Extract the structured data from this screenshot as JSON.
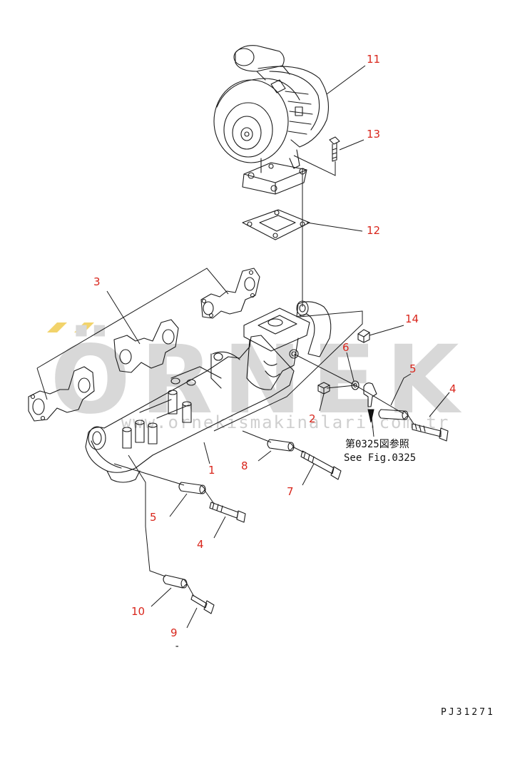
{
  "watermark": {
    "brand": "ÖRNEK",
    "url": "www.ornekismakinalari.com.tr",
    "accent_color": "#f2d36b",
    "text_color": "#d4d4d4"
  },
  "callouts": {
    "p1": "1",
    "p2": "2",
    "p3": "3",
    "p4a": "4",
    "p4b": "4",
    "p5a": "5",
    "p5b": "5",
    "p6": "6",
    "p7": "7",
    "p8": "8",
    "p9": "9",
    "p10": "10",
    "p11": "11",
    "p12": "12",
    "p13": "13",
    "p14": "14"
  },
  "callout_color": "#d9261c",
  "reference_note": {
    "japanese": "第0325図参照",
    "english": "See Fig.0325"
  },
  "drawing_code": "PJ31271",
  "stray_mark": "-"
}
